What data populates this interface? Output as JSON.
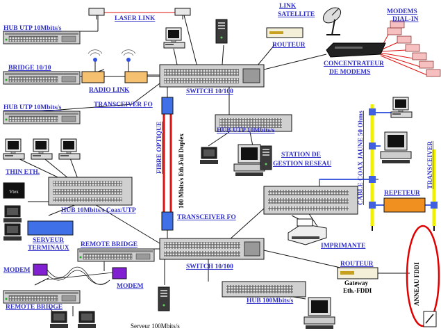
{
  "labels": {
    "laser_link": "LASER LINK",
    "link_satellite_1": "LINK",
    "link_satellite_2": "SATELLITE",
    "modems_dialin_1": "MODEMS",
    "modems_dialin_2": "DIAL-IN",
    "hub_top": "HUB UTP 10Mbits/s",
    "bridge": "BRIDGE 10/10",
    "hub_left2": "HUB UTP 10Mbits/s",
    "radio_link": "RADIO LINK",
    "routeur_top": "ROUTEUR",
    "concentrateur_1": "CONCENTRATEUR",
    "concentrateur_2": "DE MODEMS",
    "switch_top": "SWITCH 10/100",
    "transceiver_top": "TRANSCEIVER FO",
    "eth_full_duplex": "100 Mbits/s Eth.Full Duplex",
    "fibre_optique": "FIBRE OPTIQUE",
    "hub_mid": "HUB UTP 10Mbits/s",
    "station_1": "STATION DE",
    "station_2": "GESTION RESEAU",
    "thin_eth": "THIN ETH.",
    "cable_coax": "CABLE COAX JAUNE 50 Ohms",
    "transceiver_right": "TRANSCEIVER",
    "hub_coax": "HUB 10Mbits/s Coax/UTP",
    "repeteur": "REPETEUR",
    "transceiver_bottom": "TRANSCEIVER FO",
    "serveur_1": "SERVEUR",
    "serveur_2": "TERMINAUX",
    "imprimante": "IMPRIMANTE",
    "remote_bridge_1": "REMOTE BRIDGE",
    "switch_bottom": "SWITCH 10/100",
    "routeur_bottom": "ROUTEUR",
    "modem_left": "MODEM",
    "modem_right": "MODEM",
    "gateway_1": "Gateway",
    "gateway_2": "Eth.-FDDI",
    "anneau_fddi": "ANNEAU FDDI",
    "remote_bridge_2": "REMOTE BRIDGE",
    "hub_bottom": "HUB 100Mbits/s",
    "serveur_100": "Serveur 100Mbits/s",
    "terminal_badge": "Vtex"
  },
  "colors": {
    "label_blue": "#3030c8",
    "fibre_red": "#e01010",
    "link_blue": "#4060e0",
    "coax_yellow": "#f0f000",
    "repeater_orange": "#f09020",
    "modem_purple": "#8020d0",
    "server_box_blue": "#4070e8",
    "fddi_ring": "#e00000"
  },
  "icons": {
    "antenna": "satellite-dish-icon",
    "radio": "radio-antenna-icon",
    "laser": "laser-transmitter-icon",
    "pc": "workstation-icon",
    "printer": "printer-icon",
    "tower": "server-tower-icon",
    "pen": "pen-icon"
  }
}
